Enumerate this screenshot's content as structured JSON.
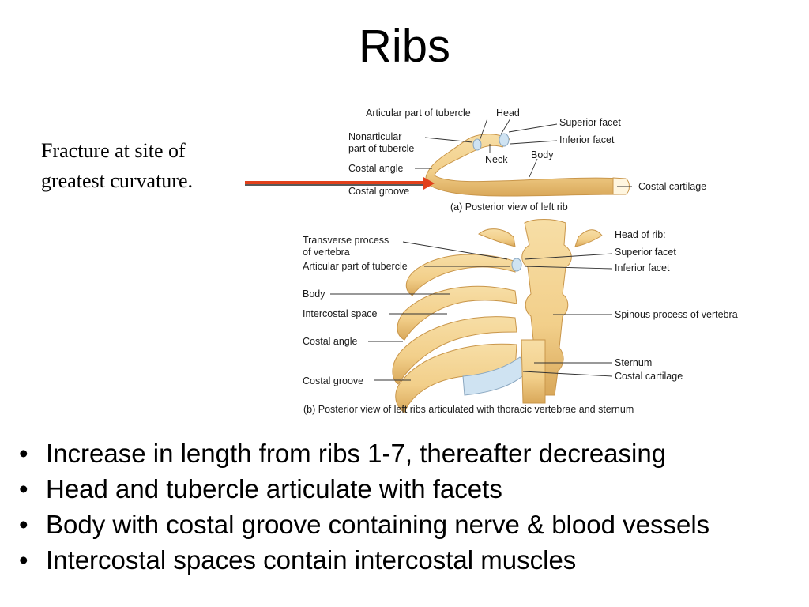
{
  "slide": {
    "title": "Ribs",
    "callout": {
      "line1": "Fracture at site of",
      "line2": "greatest curvature."
    },
    "bullets": [
      "Increase in length from ribs 1-7, thereafter decreasing",
      "Head and tubercle articulate with facets",
      "Body with costal groove containing nerve & blood vessels",
      "Intercostal spaces contain intercostal muscles"
    ]
  },
  "figure_a": {
    "labels": {
      "articular_part_of_tubercle": "Articular part of tubercle",
      "head": "Head",
      "superior_facet": "Superior facet",
      "nonarticular_1": "Nonarticular",
      "nonarticular_2": "part of tubercle",
      "inferior_facet": "Inferior facet",
      "neck": "Neck",
      "body": "Body",
      "costal_angle": "Costal angle",
      "costal_groove": "Costal groove",
      "costal_cartilage": "Costal cartilage"
    },
    "caption": "(a) Posterior view of left rib"
  },
  "figure_b": {
    "labels": {
      "transverse_process_1": "Transverse process",
      "transverse_process_2": "of vertebra",
      "articular_part_of_tubercle": "Articular part of tubercle",
      "body": "Body",
      "intercostal_space": "Intercostal space",
      "costal_angle": "Costal angle",
      "costal_groove": "Costal groove",
      "head_of_rib": "Head of rib:",
      "superior_facet": "Superior facet",
      "inferior_facet": "Inferior facet",
      "spinous_process": "Spinous process of vertebra",
      "sternum": "Sternum",
      "costal_cartilage": "Costal cartilage"
    },
    "caption": "(b) Posterior view of left ribs articulated with thoracic vertebrae and sternum"
  },
  "colors": {
    "bone": "#f2cf8a",
    "bone_shade": "#d9a85a",
    "cartilage": "#cfe3f2",
    "arrow": "#e2401b"
  }
}
